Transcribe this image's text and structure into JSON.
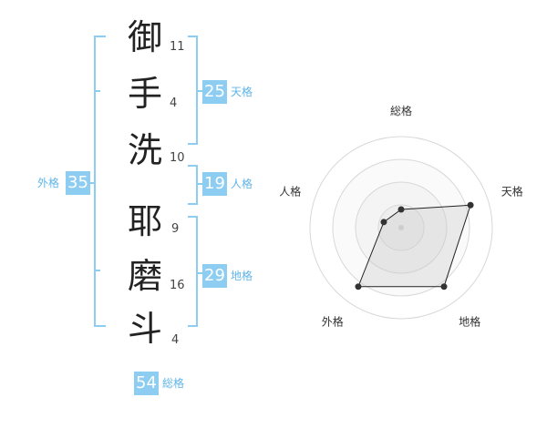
{
  "name": {
    "chars": [
      {
        "char": "御",
        "strokes": "11"
      },
      {
        "char": "手",
        "strokes": "4"
      },
      {
        "char": "洗",
        "strokes": "10"
      },
      {
        "char": "耶",
        "strokes": "9"
      },
      {
        "char": "磨",
        "strokes": "16"
      },
      {
        "char": "斗",
        "strokes": "4"
      }
    ]
  },
  "kaku": {
    "ten": {
      "value": "25",
      "label": "天格"
    },
    "jin": {
      "value": "19",
      "label": "人格"
    },
    "chi": {
      "value": "29",
      "label": "地格"
    },
    "gai": {
      "value": "35",
      "label": "外格"
    },
    "so": {
      "value": "54",
      "label": "総格"
    }
  },
  "colors": {
    "accent": "#8ecdf2",
    "label": "#5fb5e8",
    "bracket": "#8ecdf2"
  },
  "chart_data": {
    "type": "radar",
    "axes": [
      "総格",
      "天格",
      "地格",
      "外格",
      "人格"
    ],
    "values": [
      0.2,
      0.8,
      0.8,
      0.8,
      0.2
    ],
    "rings": 4
  }
}
